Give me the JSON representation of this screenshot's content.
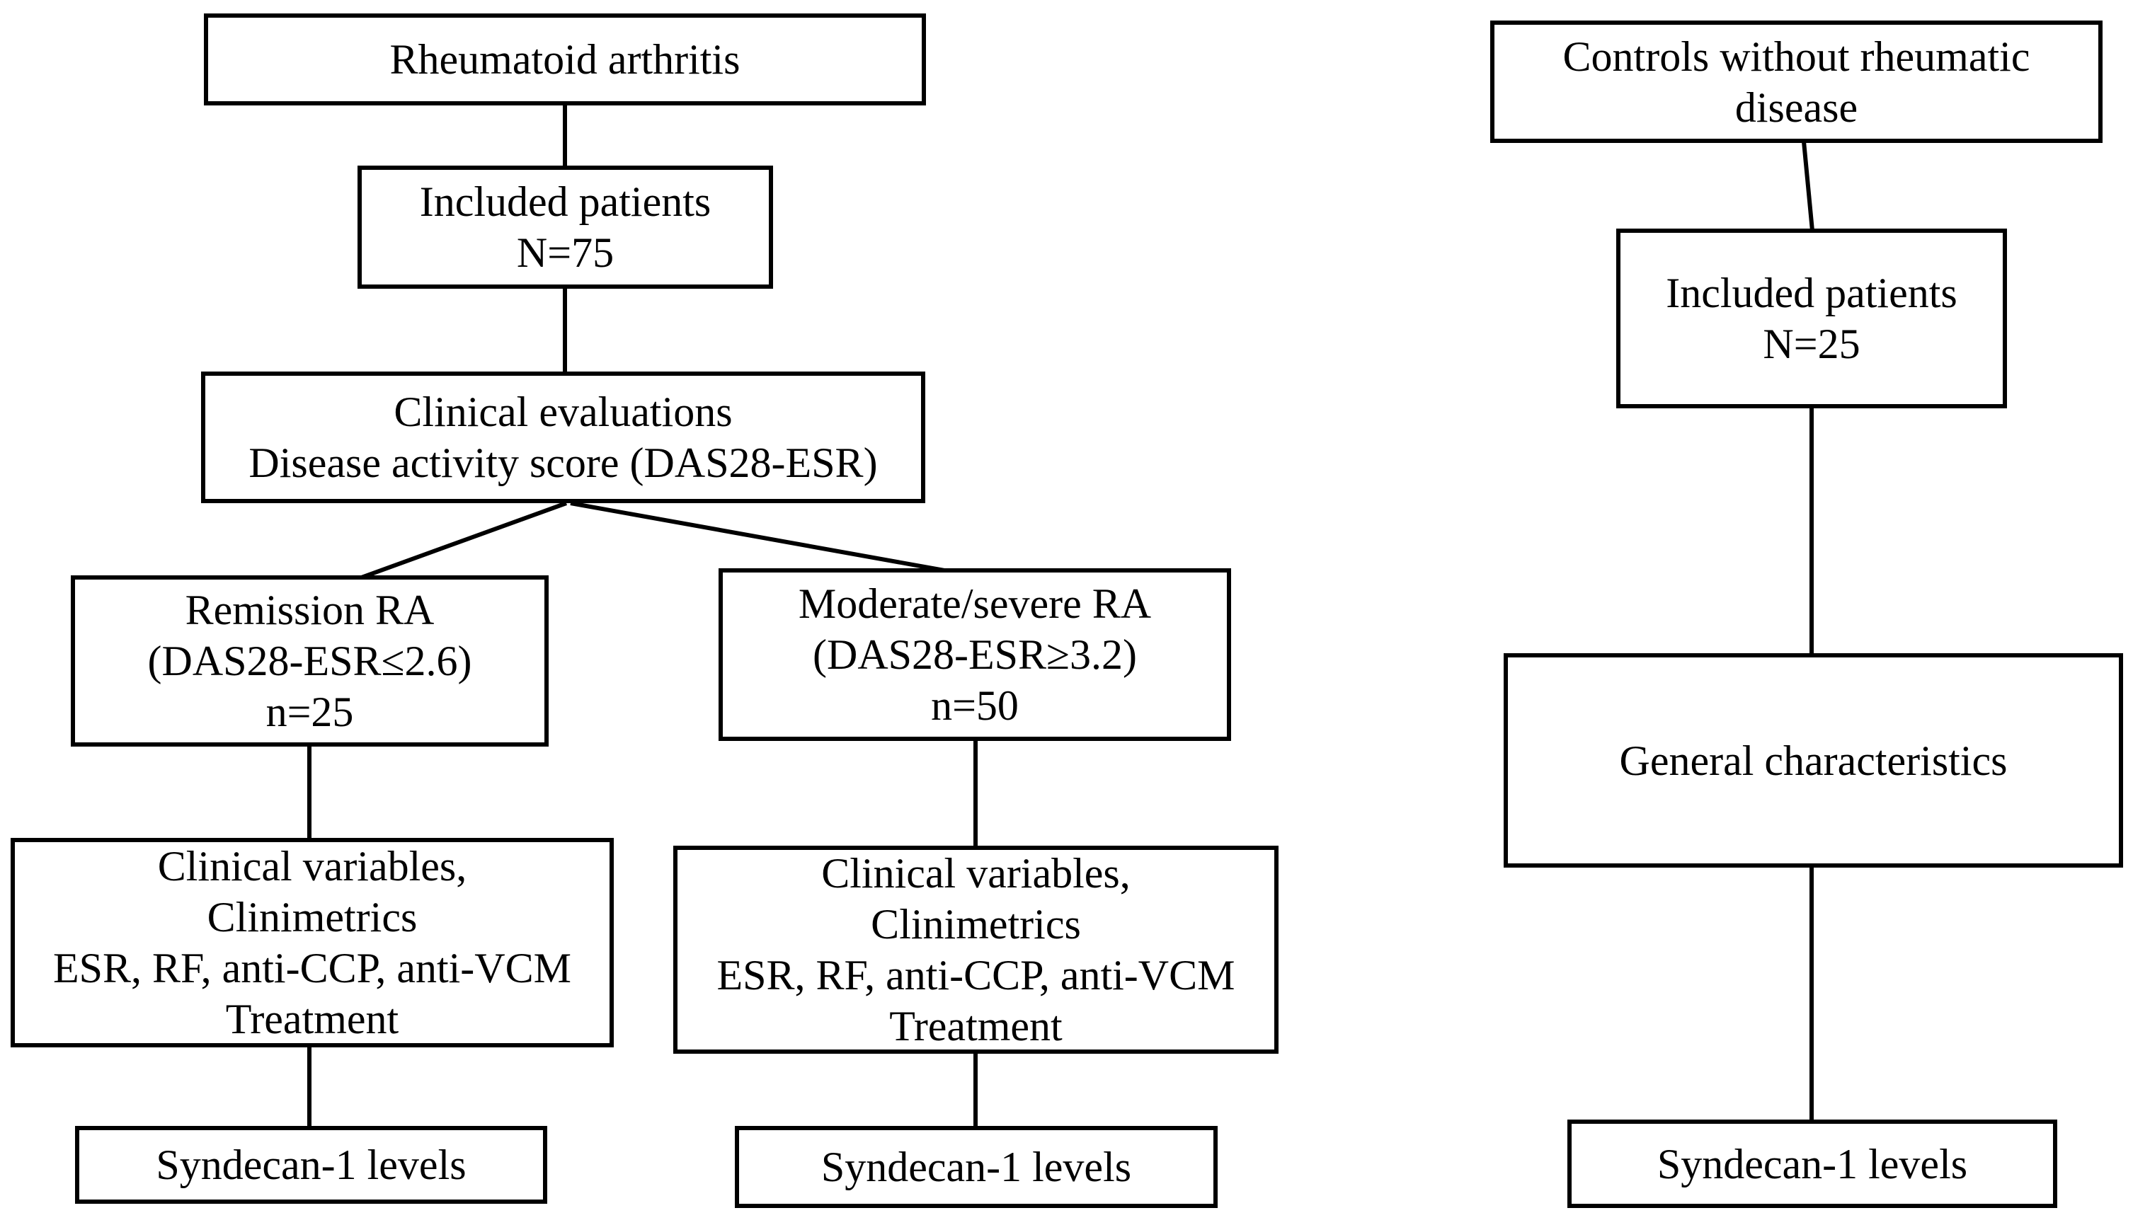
{
  "colors": {
    "line": "#000000",
    "text": "#000000",
    "background": "#ffffff"
  },
  "nodes": {
    "rheumatoid_arthritis": {
      "lines": [
        "Rheumatoid arthritis"
      ]
    },
    "included_patients_ra": {
      "lines": [
        "Included patients",
        "N=75"
      ]
    },
    "clinical_evaluations": {
      "lines": [
        "Clinical evaluations",
        "Disease activity score (DAS28-ESR)"
      ]
    },
    "remission_ra": {
      "lines": [
        "Remission RA",
        "(DAS28-ESR≤2.6)",
        "n=25"
      ]
    },
    "moderate_severe_ra": {
      "lines": [
        "Moderate/severe RA",
        "(DAS28-ESR≥3.2)",
        "n=50"
      ]
    },
    "clinical_variables_remission": {
      "lines": [
        "Clinical variables,",
        "Clinimetrics",
        "ESR, RF, anti-CCP, anti-VCM",
        "Treatment"
      ]
    },
    "clinical_variables_moderate": {
      "lines": [
        "Clinical variables,",
        "Clinimetrics",
        "ESR, RF, anti-CCP, anti-VCM",
        "Treatment"
      ]
    },
    "syndecan_remission": {
      "lines": [
        "Syndecan-1 levels"
      ]
    },
    "syndecan_moderate": {
      "lines": [
        "Syndecan-1 levels"
      ]
    },
    "controls": {
      "lines": [
        "Controls without rheumatic",
        "disease"
      ]
    },
    "included_patients_controls": {
      "lines": [
        "Included patients",
        "N=25"
      ]
    },
    "general_characteristics": {
      "lines": [
        "General characteristics"
      ]
    },
    "syndecan_controls": {
      "lines": [
        "Syndecan-1 levels"
      ]
    }
  }
}
